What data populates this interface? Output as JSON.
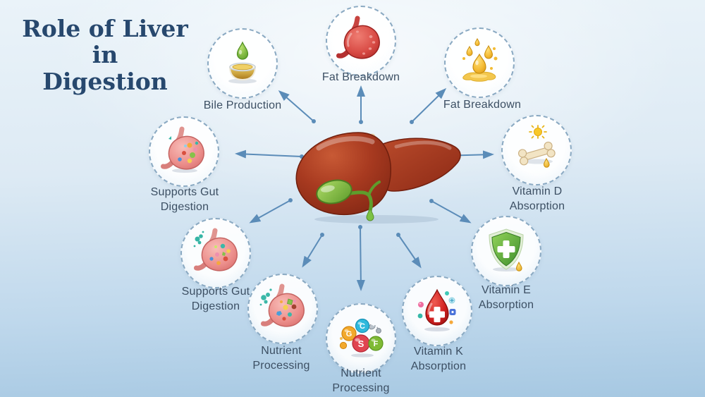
{
  "title": {
    "line1": "Role of Liver in",
    "line2": "Digestion"
  },
  "center": {
    "name": "Liver",
    "icon": "liver-gallbladder-icon"
  },
  "nodes": [
    {
      "id": "bile-production",
      "label": "Bile Production",
      "icon": "bile-bowl-icon"
    },
    {
      "id": "fat-breakdown-stomach",
      "label": "Fat Breakdown",
      "icon": "stomach-icon"
    },
    {
      "id": "fat-breakdown-oil",
      "label": "Fat Breakdown",
      "icon": "oil-droplets-icon"
    },
    {
      "id": "supports-gut-digestion-left",
      "label": "Supports Gut Digestion",
      "icon": "stomach-probiotics-icon"
    },
    {
      "id": "vitamin-d-absorption",
      "label": "Vitamin D Absorption",
      "icon": "bone-sun-icon"
    },
    {
      "id": "supports-gut-digestion-lower",
      "label": "Supports Gut Digestion",
      "icon": "stomach-probiotics-icon"
    },
    {
      "id": "vitamin-e-absorption",
      "label": "Vitamin E Absorption",
      "icon": "shield-cross-icon"
    },
    {
      "id": "nutrient-processing-stomach",
      "label": "Nutrient Processing",
      "icon": "stomach-nutrients-icon"
    },
    {
      "id": "nutrient-processing-vitamins",
      "label": "Nutrient Processing",
      "icon": "vitamin-balls-icon",
      "vitamin_letters": [
        "C",
        "G",
        "S",
        "F"
      ]
    },
    {
      "id": "vitamin-k-absorption",
      "label": "Vitamin K Absorption",
      "icon": "blood-drop-cross-icon"
    }
  ],
  "colors": {
    "title_text": "#27486e",
    "label_text": "#3c4f63",
    "arrow": "#5b8cb8",
    "circle_border": "#8aa9c2",
    "background_top": "#eaf3f9",
    "background_bottom": "#a6c8e2",
    "liver": "#a83a20",
    "gallbladder": "#7cb944",
    "vitamin_c_ball": "#2fb9dc",
    "vitamin_g_ball": "#f2a92c",
    "vitamin_s_ball": "#e04450",
    "vitamin_f_ball": "#7fba35"
  }
}
